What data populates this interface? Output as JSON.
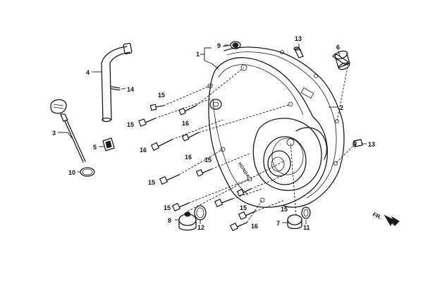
{
  "callouts": [
    {
      "id": "c1",
      "label": "1"
    },
    {
      "id": "c2",
      "label": "2"
    },
    {
      "id": "c3",
      "label": "3"
    },
    {
      "id": "c4",
      "label": "4"
    },
    {
      "id": "c5",
      "label": "5"
    },
    {
      "id": "c6",
      "label": "6"
    },
    {
      "id": "c7",
      "label": "7"
    },
    {
      "id": "c8",
      "label": "8"
    },
    {
      "id": "c9",
      "label": "9"
    },
    {
      "id": "c10",
      "label": "10"
    },
    {
      "id": "c11",
      "label": "11"
    },
    {
      "id": "c12",
      "label": "12"
    },
    {
      "id": "c13a",
      "label": "13"
    },
    {
      "id": "c13b",
      "label": "13"
    },
    {
      "id": "c14",
      "label": "14"
    },
    {
      "id": "c15a",
      "label": "15"
    },
    {
      "id": "c15b",
      "label": "15"
    },
    {
      "id": "c15c",
      "label": "15"
    },
    {
      "id": "c15d",
      "label": "15"
    },
    {
      "id": "c15e",
      "label": "15"
    },
    {
      "id": "c15f",
      "label": "15"
    },
    {
      "id": "c15g",
      "label": "15"
    },
    {
      "id": "c16a",
      "label": "16"
    },
    {
      "id": "c16b",
      "label": "16"
    },
    {
      "id": "c16c",
      "label": "16"
    },
    {
      "id": "c16d",
      "label": "16"
    }
  ],
  "direction_marker": {
    "label": "FR."
  },
  "cover_marking": {
    "label": "HONDA"
  }
}
